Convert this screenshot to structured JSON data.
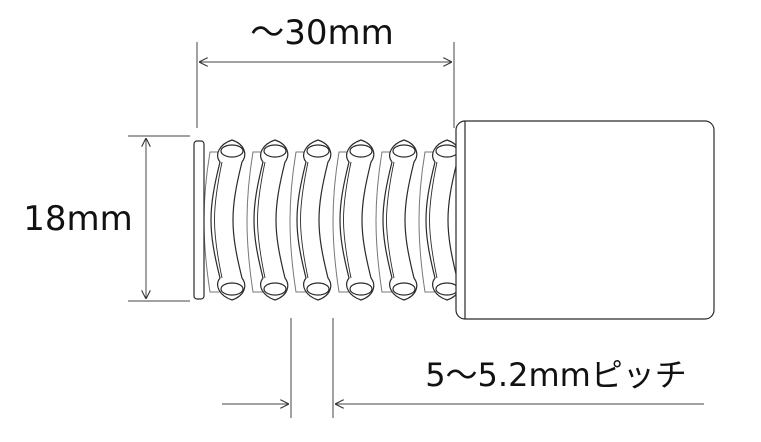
{
  "dimensions": {
    "length_label": "〜30mm",
    "diameter_label": "18mm",
    "pitch_label": "5〜5.2mmピッチ"
  },
  "colors": {
    "line": "#2a2a2a",
    "dim_line": "#444444"
  }
}
